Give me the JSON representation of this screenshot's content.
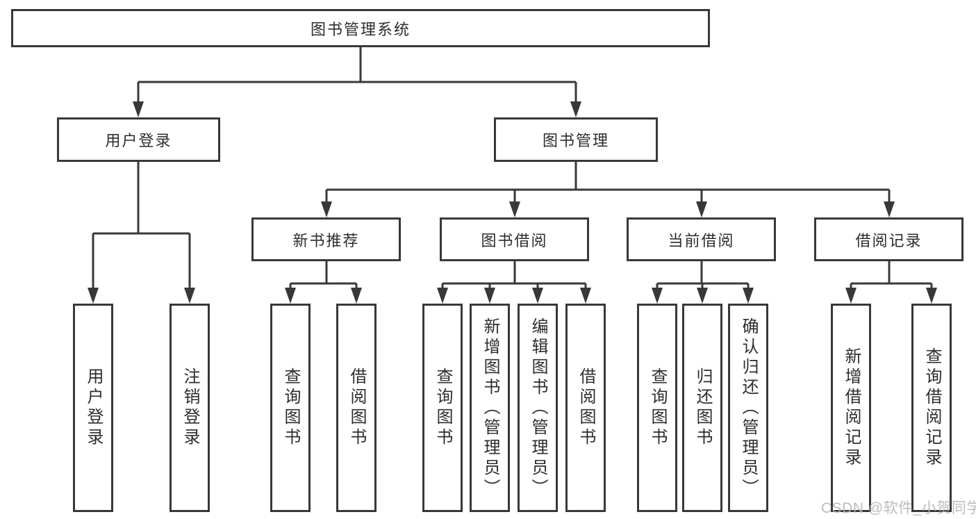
{
  "diagram": {
    "title": "图书管理系统",
    "level2": {
      "user_login": "用户登录",
      "book_mgmt": "图书管理"
    },
    "level3": {
      "new_books": "新书推荐",
      "book_borrow": "图书借阅",
      "current_borrow": "当前借阅",
      "borrow_records": "借阅记录"
    },
    "leaves": {
      "user_login": [
        "用户登录",
        "注销登录"
      ],
      "new_books": [
        "查询图书",
        "借阅图书"
      ],
      "book_borrow": [
        "查询图书",
        "新增图书（管理员）",
        "编辑图书（管理员）",
        "借阅图书"
      ],
      "current_borrow": [
        "查询图书",
        "归还图书",
        "确认归还（管理员）"
      ],
      "borrow_records": [
        "新增借阅记录",
        "查询借阅记录"
      ]
    },
    "line_color": "#383838"
  },
  "watermark": {
    "text": "CSDN @软件_小贺同学"
  }
}
